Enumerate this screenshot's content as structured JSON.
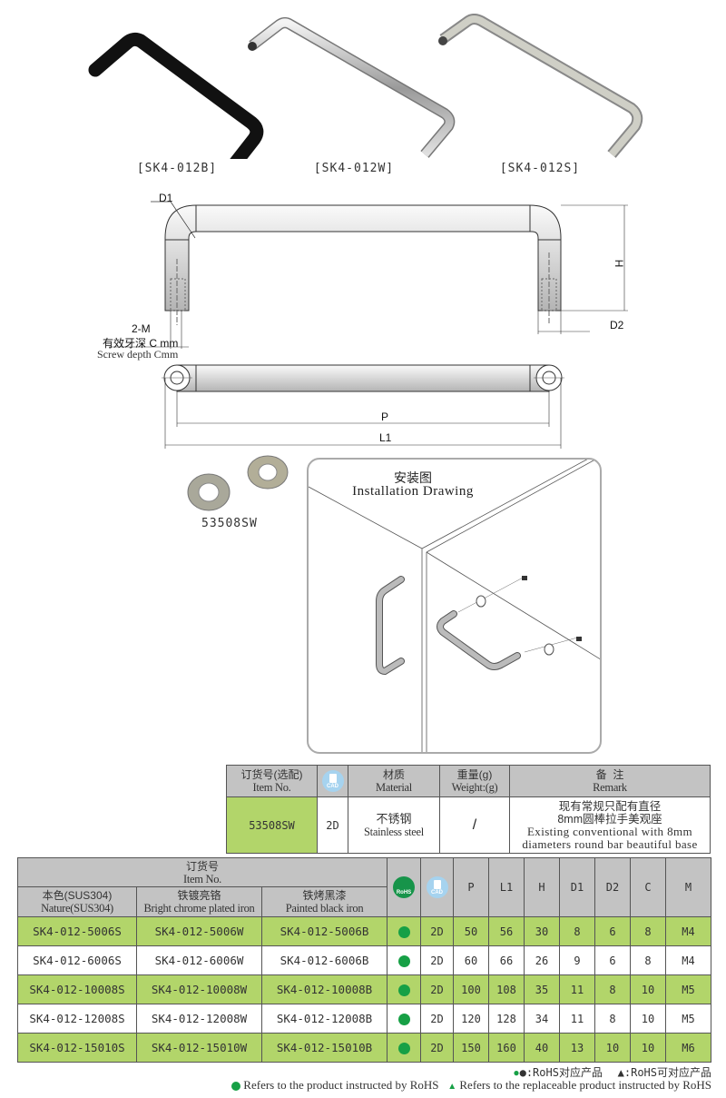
{
  "products": [
    {
      "label": "[SK4-012B]",
      "finish": "black"
    },
    {
      "label": "[SK4-012W]",
      "finish": "chrome"
    },
    {
      "label": "[SK4-012S]",
      "finish": "stainless"
    }
  ],
  "drawing": {
    "labels": {
      "d1": "D1",
      "d2": "D2",
      "h": "H",
      "p": "P",
      "l1": "L1",
      "thread": "2-M",
      "thread_cn": "有效牙深 C mm",
      "thread_en": "Screw depth Cmm"
    }
  },
  "washer": {
    "label": "53508SW"
  },
  "installation": {
    "title_cn": "安装图",
    "title_en": "Installation Drawing"
  },
  "accessory_table": {
    "headers": [
      {
        "cn": "订货号(选配)",
        "en": "Item No."
      },
      {
        "icon": "cad-icon",
        "text": "CAD"
      },
      {
        "cn": "材质",
        "en": "Material"
      },
      {
        "cn": "重量(g)",
        "en": "Weight:(g)"
      },
      {
        "cn": "备  注",
        "en": "Remark"
      }
    ],
    "row": {
      "item": "53508SW",
      "cad": "2D",
      "material_cn": "不锈钢",
      "material_en": "Stainless steel",
      "weight": "/",
      "remark_cn_1": "现有常规只配有直径",
      "remark_cn_2": "8mm圆棒拉手美观座",
      "remark_en_1": "Existing conventional with 8mm",
      "remark_en_2": "diameters round bar beautiful base"
    }
  },
  "main_table": {
    "group_header": {
      "cn": "订货号",
      "en": "Item No."
    },
    "col_headers": [
      {
        "cn": "本色(SUS304)",
        "en": "Nature(SUS304)"
      },
      {
        "cn": "铁镀亮铬",
        "en": "Bright chrome plated iron"
      },
      {
        "cn": "铁烤黑漆",
        "en": "Painted black iron"
      }
    ],
    "icon_headers": {
      "rohs": "RoHS",
      "cad": "CAD"
    },
    "dim_headers": [
      "P",
      "L1",
      "H",
      "D1",
      "D2",
      "C",
      "M"
    ],
    "rows": [
      {
        "s": "SK4-012-5006S",
        "w": "SK4-012-5006W",
        "b": "SK4-012-5006B",
        "rohs": "●",
        "cad": "2D",
        "P": "50",
        "L1": "56",
        "H": "30",
        "D1": "8",
        "D2": "6",
        "C": "8",
        "M": "M4"
      },
      {
        "s": "SK4-012-6006S",
        "w": "SK4-012-6006W",
        "b": "SK4-012-6006B",
        "rohs": "●",
        "cad": "2D",
        "P": "60",
        "L1": "66",
        "H": "26",
        "D1": "9",
        "D2": "6",
        "C": "8",
        "M": "M4"
      },
      {
        "s": "SK4-012-10008S",
        "w": "SK4-012-10008W",
        "b": "SK4-012-10008B",
        "rohs": "●",
        "cad": "2D",
        "P": "100",
        "L1": "108",
        "H": "35",
        "D1": "11",
        "D2": "8",
        "C": "10",
        "M": "M5"
      },
      {
        "s": "SK4-012-12008S",
        "w": "SK4-012-12008W",
        "b": "SK4-012-12008B",
        "rohs": "●",
        "cad": "2D",
        "P": "120",
        "L1": "128",
        "H": "34",
        "D1": "11",
        "D2": "8",
        "C": "10",
        "M": "M5"
      },
      {
        "s": "SK4-012-15010S",
        "w": "SK4-012-15010W",
        "b": "SK4-012-15010B",
        "rohs": "●",
        "cad": "2D",
        "P": "150",
        "L1": "160",
        "H": "40",
        "D1": "13",
        "D2": "10",
        "C": "10",
        "M": "M6"
      }
    ]
  },
  "legend": {
    "cn_circle": "●:RoHS对应产品",
    "cn_triangle": "▲:RoHS可对应产品",
    "en_circle": "Refers to the product instructed by RoHS",
    "en_triangle": "Refers to the replaceable product instructed by RoHS"
  },
  "colors": {
    "row_green": "#b2d56a",
    "header_gray": "#c3c3c3",
    "rohs_green": "#17a046",
    "cad_blue": "#a6d3ef"
  }
}
